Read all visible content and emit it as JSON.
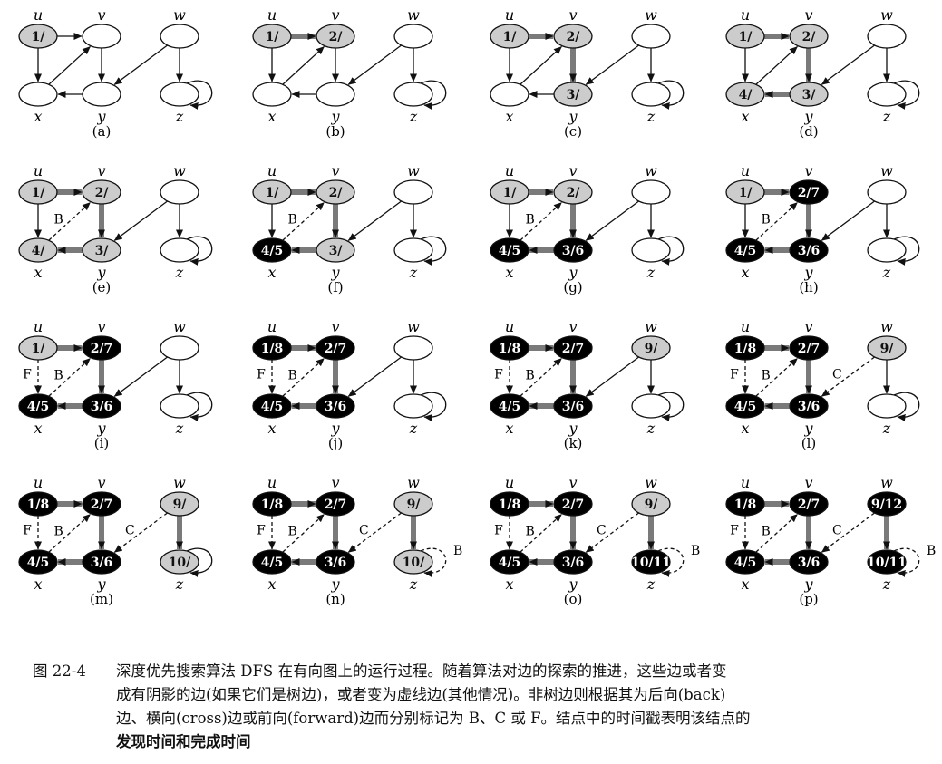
{
  "caption": {
    "figure_id": "图 22-4",
    "lines": [
      "深度优先搜索算法 DFS 在有向图上的运行过程。随着算法对边的探索的推进，这些边或者变",
      "成有阴影的边(如果它们是树边)，或者变为虚线边(其他情况)。非树边则根据其为后向(back)",
      "边、横向(cross)边或前向(forward)边而分别标记为 B、C 或 F。结点中的时间戳表明该结点的"
    ],
    "emphasis": "发现时间和完成时间"
  },
  "vertex_names": {
    "u": "u",
    "v": "v",
    "w": "w",
    "x": "x",
    "y": "y",
    "z": "z"
  },
  "colors": {
    "white": "#ffffff",
    "gray": "#cccccc",
    "black": "#000000",
    "tree_edge": "#7a7a7a"
  },
  "panels": [
    {
      "label": "(a)",
      "nodes": {
        "u": {
          "c": "gray",
          "t": "1/"
        },
        "v": {
          "c": "white",
          "t": ""
        },
        "w": {
          "c": "white",
          "t": ""
        },
        "x": {
          "c": "white",
          "t": ""
        },
        "y": {
          "c": "white",
          "t": ""
        },
        "z": {
          "c": "white",
          "t": ""
        }
      },
      "edges": {
        "uv": "n",
        "ux": "n",
        "vy": "n",
        "xv": "n",
        "yx": "n",
        "wy": "n",
        "wz": "n",
        "zz": "n"
      }
    },
    {
      "label": "(b)",
      "nodes": {
        "u": {
          "c": "gray",
          "t": "1/"
        },
        "v": {
          "c": "gray",
          "t": "2/"
        },
        "w": {
          "c": "white",
          "t": ""
        },
        "x": {
          "c": "white",
          "t": ""
        },
        "y": {
          "c": "white",
          "t": ""
        },
        "z": {
          "c": "white",
          "t": ""
        }
      },
      "edges": {
        "uv": "t",
        "ux": "n",
        "vy": "n",
        "xv": "n",
        "yx": "n",
        "wy": "n",
        "wz": "n",
        "zz": "n"
      }
    },
    {
      "label": "(c)",
      "nodes": {
        "u": {
          "c": "gray",
          "t": "1/"
        },
        "v": {
          "c": "gray",
          "t": "2/"
        },
        "w": {
          "c": "white",
          "t": ""
        },
        "x": {
          "c": "white",
          "t": ""
        },
        "y": {
          "c": "gray",
          "t": "3/"
        },
        "z": {
          "c": "white",
          "t": ""
        }
      },
      "edges": {
        "uv": "t",
        "ux": "n",
        "vy": "t",
        "xv": "n",
        "yx": "n",
        "wy": "n",
        "wz": "n",
        "zz": "n"
      }
    },
    {
      "label": "(d)",
      "nodes": {
        "u": {
          "c": "gray",
          "t": "1/"
        },
        "v": {
          "c": "gray",
          "t": "2/"
        },
        "w": {
          "c": "white",
          "t": ""
        },
        "x": {
          "c": "gray",
          "t": "4/"
        },
        "y": {
          "c": "gray",
          "t": "3/"
        },
        "z": {
          "c": "white",
          "t": ""
        }
      },
      "edges": {
        "uv": "t",
        "ux": "n",
        "vy": "t",
        "xv": "n",
        "yx": "t",
        "wy": "n",
        "wz": "n",
        "zz": "n"
      }
    },
    {
      "label": "(e)",
      "nodes": {
        "u": {
          "c": "gray",
          "t": "1/"
        },
        "v": {
          "c": "gray",
          "t": "2/"
        },
        "w": {
          "c": "white",
          "t": ""
        },
        "x": {
          "c": "gray",
          "t": "4/"
        },
        "y": {
          "c": "gray",
          "t": "3/"
        },
        "z": {
          "c": "white",
          "t": ""
        }
      },
      "edges": {
        "uv": "t",
        "ux": "n",
        "vy": "t",
        "xv": "B",
        "yx": "t",
        "wy": "n",
        "wz": "n",
        "zz": "n"
      }
    },
    {
      "label": "(f)",
      "nodes": {
        "u": {
          "c": "gray",
          "t": "1/"
        },
        "v": {
          "c": "gray",
          "t": "2/"
        },
        "w": {
          "c": "white",
          "t": ""
        },
        "x": {
          "c": "black",
          "t": "4/5"
        },
        "y": {
          "c": "gray",
          "t": "3/"
        },
        "z": {
          "c": "white",
          "t": ""
        }
      },
      "edges": {
        "uv": "t",
        "ux": "n",
        "vy": "t",
        "xv": "B",
        "yx": "t",
        "wy": "n",
        "wz": "n",
        "zz": "n"
      }
    },
    {
      "label": "(g)",
      "nodes": {
        "u": {
          "c": "gray",
          "t": "1/"
        },
        "v": {
          "c": "gray",
          "t": "2/"
        },
        "w": {
          "c": "white",
          "t": ""
        },
        "x": {
          "c": "black",
          "t": "4/5"
        },
        "y": {
          "c": "black",
          "t": "3/6"
        },
        "z": {
          "c": "white",
          "t": ""
        }
      },
      "edges": {
        "uv": "t",
        "ux": "n",
        "vy": "t",
        "xv": "B",
        "yx": "t",
        "wy": "n",
        "wz": "n",
        "zz": "n"
      }
    },
    {
      "label": "(h)",
      "nodes": {
        "u": {
          "c": "gray",
          "t": "1/"
        },
        "v": {
          "c": "black",
          "t": "2/7"
        },
        "w": {
          "c": "white",
          "t": ""
        },
        "x": {
          "c": "black",
          "t": "4/5"
        },
        "y": {
          "c": "black",
          "t": "3/6"
        },
        "z": {
          "c": "white",
          "t": ""
        }
      },
      "edges": {
        "uv": "t",
        "ux": "n",
        "vy": "t",
        "xv": "B",
        "yx": "t",
        "wy": "n",
        "wz": "n",
        "zz": "n"
      }
    },
    {
      "label": "(i)",
      "nodes": {
        "u": {
          "c": "gray",
          "t": "1/"
        },
        "v": {
          "c": "black",
          "t": "2/7"
        },
        "w": {
          "c": "white",
          "t": ""
        },
        "x": {
          "c": "black",
          "t": "4/5"
        },
        "y": {
          "c": "black",
          "t": "3/6"
        },
        "z": {
          "c": "white",
          "t": ""
        }
      },
      "edges": {
        "uv": "t",
        "ux": "F",
        "vy": "t",
        "xv": "B",
        "yx": "t",
        "wy": "n",
        "wz": "n",
        "zz": "n"
      }
    },
    {
      "label": "(j)",
      "nodes": {
        "u": {
          "c": "black",
          "t": "1/8"
        },
        "v": {
          "c": "black",
          "t": "2/7"
        },
        "w": {
          "c": "white",
          "t": ""
        },
        "x": {
          "c": "black",
          "t": "4/5"
        },
        "y": {
          "c": "black",
          "t": "3/6"
        },
        "z": {
          "c": "white",
          "t": ""
        }
      },
      "edges": {
        "uv": "t",
        "ux": "F",
        "vy": "t",
        "xv": "B",
        "yx": "t",
        "wy": "n",
        "wz": "n",
        "zz": "n"
      }
    },
    {
      "label": "(k)",
      "nodes": {
        "u": {
          "c": "black",
          "t": "1/8"
        },
        "v": {
          "c": "black",
          "t": "2/7"
        },
        "w": {
          "c": "gray",
          "t": "9/"
        },
        "x": {
          "c": "black",
          "t": "4/5"
        },
        "y": {
          "c": "black",
          "t": "3/6"
        },
        "z": {
          "c": "white",
          "t": ""
        }
      },
      "edges": {
        "uv": "t",
        "ux": "F",
        "vy": "t",
        "xv": "B",
        "yx": "t",
        "wy": "n",
        "wz": "n",
        "zz": "n"
      }
    },
    {
      "label": "(l)",
      "nodes": {
        "u": {
          "c": "black",
          "t": "1/8"
        },
        "v": {
          "c": "black",
          "t": "2/7"
        },
        "w": {
          "c": "gray",
          "t": "9/"
        },
        "x": {
          "c": "black",
          "t": "4/5"
        },
        "y": {
          "c": "black",
          "t": "3/6"
        },
        "z": {
          "c": "white",
          "t": ""
        }
      },
      "edges": {
        "uv": "t",
        "ux": "F",
        "vy": "t",
        "xv": "B",
        "yx": "t",
        "wy": "C",
        "wz": "n",
        "zz": "n"
      }
    },
    {
      "label": "(m)",
      "nodes": {
        "u": {
          "c": "black",
          "t": "1/8"
        },
        "v": {
          "c": "black",
          "t": "2/7"
        },
        "w": {
          "c": "gray",
          "t": "9/"
        },
        "x": {
          "c": "black",
          "t": "4/5"
        },
        "y": {
          "c": "black",
          "t": "3/6"
        },
        "z": {
          "c": "gray",
          "t": "10/"
        }
      },
      "edges": {
        "uv": "t",
        "ux": "F",
        "vy": "t",
        "xv": "B",
        "yx": "t",
        "wy": "C",
        "wz": "t",
        "zz": "n"
      }
    },
    {
      "label": "(n)",
      "nodes": {
        "u": {
          "c": "black",
          "t": "1/8"
        },
        "v": {
          "c": "black",
          "t": "2/7"
        },
        "w": {
          "c": "gray",
          "t": "9/"
        },
        "x": {
          "c": "black",
          "t": "4/5"
        },
        "y": {
          "c": "black",
          "t": "3/6"
        },
        "z": {
          "c": "gray",
          "t": "10/"
        }
      },
      "edges": {
        "uv": "t",
        "ux": "F",
        "vy": "t",
        "xv": "B",
        "yx": "t",
        "wy": "C",
        "wz": "t",
        "zz": "B"
      }
    },
    {
      "label": "(o)",
      "nodes": {
        "u": {
          "c": "black",
          "t": "1/8"
        },
        "v": {
          "c": "black",
          "t": "2/7"
        },
        "w": {
          "c": "gray",
          "t": "9/"
        },
        "x": {
          "c": "black",
          "t": "4/5"
        },
        "y": {
          "c": "black",
          "t": "3/6"
        },
        "z": {
          "c": "black",
          "t": "10/11"
        }
      },
      "edges": {
        "uv": "t",
        "ux": "F",
        "vy": "t",
        "xv": "B",
        "yx": "t",
        "wy": "C",
        "wz": "t",
        "zz": "B"
      }
    },
    {
      "label": "(p)",
      "nodes": {
        "u": {
          "c": "black",
          "t": "1/8"
        },
        "v": {
          "c": "black",
          "t": "2/7"
        },
        "w": {
          "c": "black",
          "t": "9/12"
        },
        "x": {
          "c": "black",
          "t": "4/5"
        },
        "y": {
          "c": "black",
          "t": "3/6"
        },
        "z": {
          "c": "black",
          "t": "10/11"
        }
      },
      "edges": {
        "uv": "t",
        "ux": "F",
        "vy": "t",
        "xv": "B",
        "yx": "t",
        "wy": "C",
        "wz": "t",
        "zz": "B"
      }
    }
  ]
}
